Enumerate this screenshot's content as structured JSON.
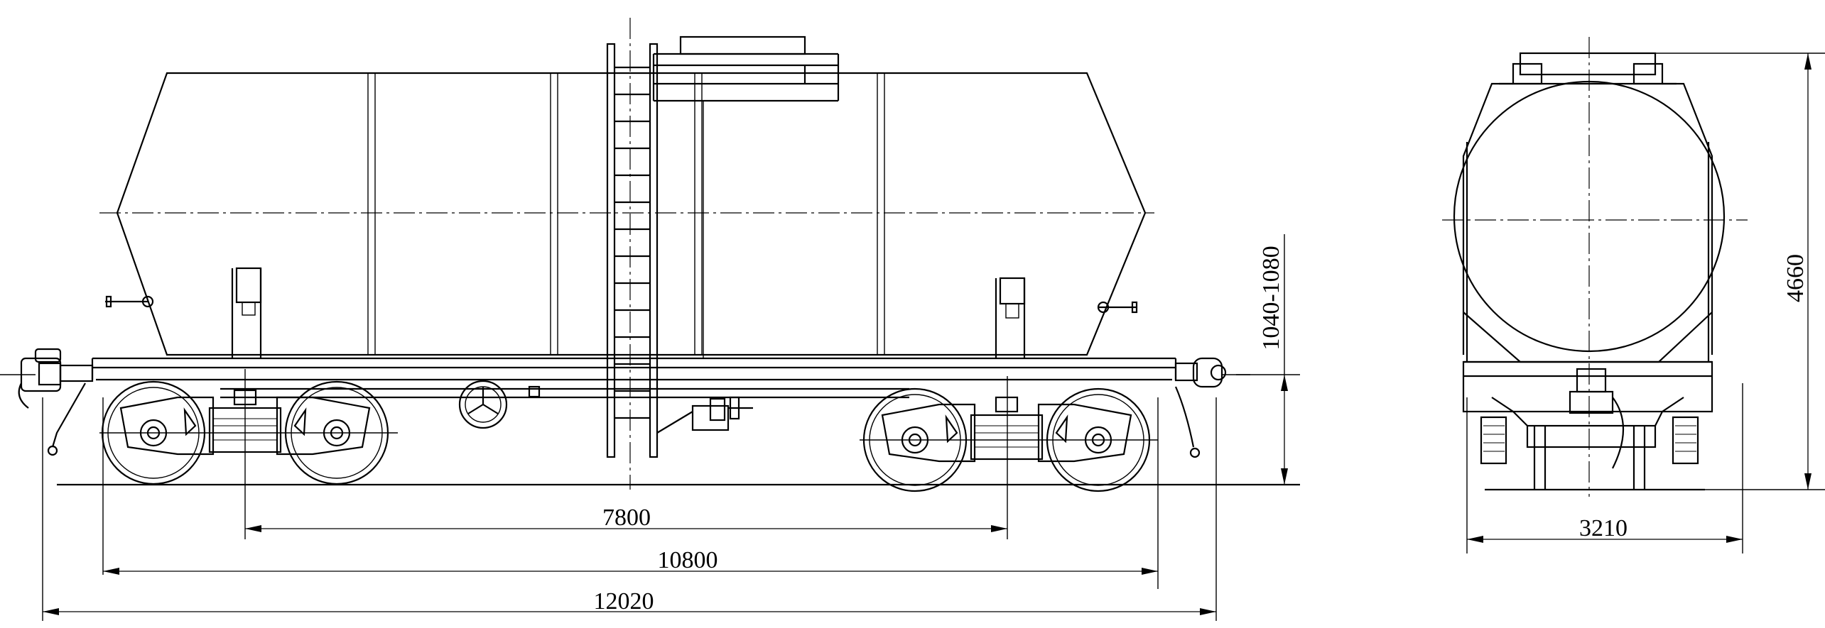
{
  "dimensions": {
    "bogie_center_distance": "7800",
    "coupler_axis_distance": "10800",
    "overall_length": "12020",
    "coupler_height": "1040-1080",
    "overall_height": "4660",
    "overall_width": "3210"
  }
}
